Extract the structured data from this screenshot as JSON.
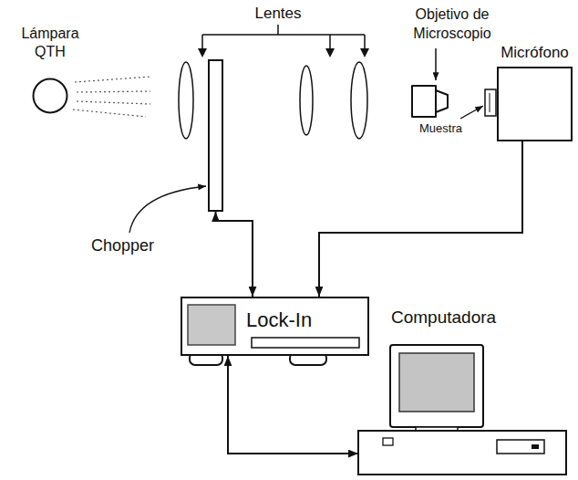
{
  "diagram": {
    "nodes": [
      {
        "text": [
          "Lámpara QTH"
        ]
      },
      {
        "text": [
          "Chopper"
        ]
      },
      {
        "text": [
          "Micrófono"
        ]
      },
      {
        "text": [
          "Lock-In"
        ]
      },
      {
        "text": [
          "Computadora"
        ]
      }
    ],
    "edges": [
      {
        "from": 1,
        "to": 3,
        "arrow": "both"
      },
      {
        "from": 2,
        "to": 3,
        "arrow": "to"
      },
      {
        "from": 3,
        "to": 4,
        "arrow": "both"
      }
    ],
    "labels": [
      "Lentes",
      "Objetivo de Microscopio",
      "Muestra"
    ]
  }
}
